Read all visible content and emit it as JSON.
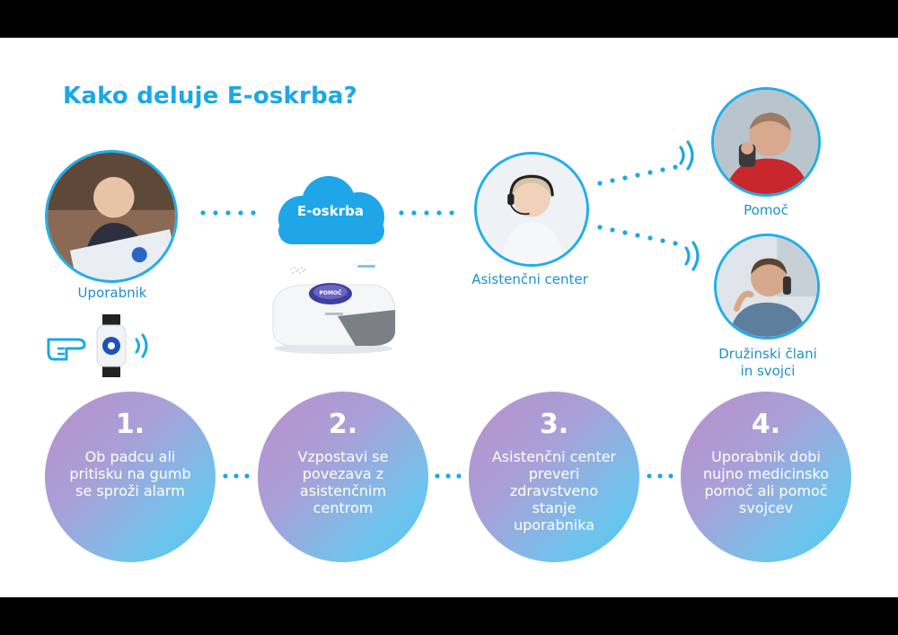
{
  "title": "Kako deluje E-oskrba?",
  "cloud_label": "E-oskrba",
  "device_button_label": "POMOČ",
  "nodes": {
    "user": "Uporabnik",
    "center": "Asistenčni center",
    "help": "Pomoč",
    "family_line1": "Družinski člani",
    "family_line2": "in svojci"
  },
  "steps": [
    {
      "number": "1.",
      "text": "Ob padcu ali pritisku na gumb se sproži alarm"
    },
    {
      "number": "2.",
      "text": "Vzpostavi se povezava z asistenčnim centrom"
    },
    {
      "number": "3.",
      "text": "Asistenčni center preveri zdravstveno stanje uporabnika"
    },
    {
      "number": "4.",
      "text": "Uporabnik dobi nujno medicinsko pomoč ali pomoč svojcev"
    }
  ],
  "colors": {
    "accent": "#1aa8e6",
    "gradient_start": "#b98fcb",
    "gradient_end": "#4ec6f1"
  }
}
